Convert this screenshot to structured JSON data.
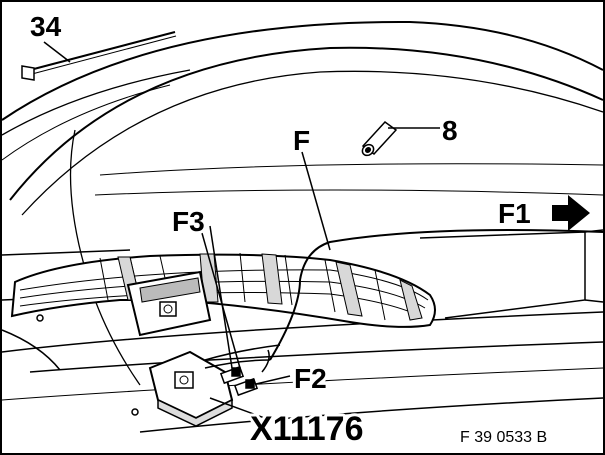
{
  "figure": {
    "callouts": {
      "part_34": "34",
      "part_8": "8",
      "wire_f": "F",
      "direction_f1": "F1",
      "wire_f3": "F3",
      "wire_f2": "F2",
      "connector": "X11176"
    },
    "reference_code": "F 39 0533 B",
    "icons": [
      "arrow-right-icon"
    ],
    "colors": {
      "line": "#000000",
      "background": "#ffffff"
    }
  }
}
